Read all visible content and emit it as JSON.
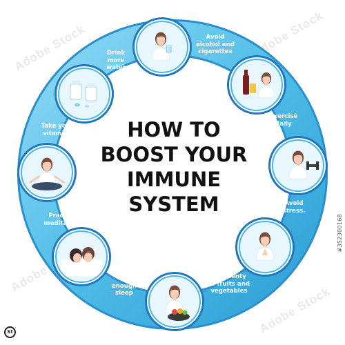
{
  "title_lines": [
    "HOW TO",
    "BOOST YOUR",
    "IMMUNE",
    "SYSTEM"
  ],
  "tips": [
    {
      "id": "water",
      "label": "Drink\nmore\nwater"
    },
    {
      "id": "alcohol",
      "label": "Avoid\nalcohol and\ncigarettes"
    },
    {
      "id": "exercise",
      "label": "Exercise\ndaily"
    },
    {
      "id": "stress",
      "label": "Avoid\nstress."
    },
    {
      "id": "fruits",
      "label": "Eat plenty\nof fruits and\nvegetables"
    },
    {
      "id": "sleep",
      "label": "Get\nenough\nsleep"
    },
    {
      "id": "meditation",
      "label": "Practice\nmeditation"
    },
    {
      "id": "vitamins",
      "label": "Take your\nvitamins"
    }
  ],
  "watermark": "Adobe Stock",
  "stock_id": "#352300168",
  "colors": {
    "ring": "#5cc6ec",
    "ring_dark": "#1f78bf",
    "circle_fill": "#e8f6fd",
    "circle_ring": "#49b7e2",
    "skin": "#f5cdb6",
    "hair": "#7a4a3a",
    "shirt": "#ffffff"
  }
}
